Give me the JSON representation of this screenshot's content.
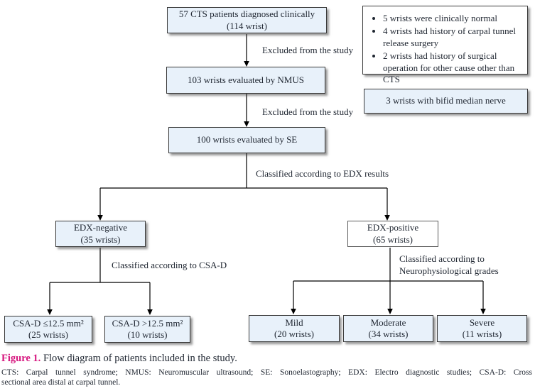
{
  "figure": {
    "boxes": {
      "patients": {
        "line1": "57 CTS patients diagnosed clinically",
        "line2": "(114 wrist)"
      },
      "nmus": {
        "line1": "103 wrists evaluated by NMUS"
      },
      "se": {
        "line1": "100 wrists evaluated by SE"
      },
      "edx_negative": {
        "line1": "EDX-negative",
        "line2": "(35 wrists)"
      },
      "edx_positive": {
        "line1": "EDX-positive",
        "line2": "(65 wrists)"
      },
      "csad_low": {
        "line1": "CSA-D ≤12.5 mm²",
        "line2": "(25 wrists)"
      },
      "csad_high": {
        "line1": "CSA-D >12.5 mm²",
        "line2": "(10 wrists)"
      },
      "mild": {
        "line1": "Mild",
        "line2": "(20 wrists)"
      },
      "moderate": {
        "line1": "Moderate",
        "line2": "(34 wrists)"
      },
      "severe": {
        "line1": "Severe",
        "line2": "(11 wrists)"
      }
    },
    "edge_labels": {
      "excluded1": "Excluded from the study",
      "excluded2": "Excluded from the study",
      "edx_results": "Classified according to EDX results",
      "csad": "Classified according to CSA-D",
      "neuro_line1": "Classified according to",
      "neuro_line2": "Neurophysiological grades"
    },
    "notes": {
      "exclusions": [
        "5 wrists were clinically normal",
        "4 wrists had history of carpal tunnel release surgery",
        "2 wrists had history of surgical operation for other cause other than CTS"
      ],
      "bifid": "3 wrists with bifid median nerve"
    },
    "caption": {
      "label": "Figure 1.",
      "text": " Flow diagram of patients included in the study.",
      "footnote_line1": "CTS: Carpal tunnel syndrome; NMUS: Neuromuscular ultrasound; SE: Sonoelastography; EDX: Electro diagnostic studies; CSA-D: Cross",
      "footnote_line2": "sectional area distal at carpal tunnel."
    },
    "colors": {
      "box_fill": "#e8f1fa",
      "box_border": "#3a3a3a",
      "line": "#000000",
      "figure_label": "#d6157e",
      "text": "#1e2530"
    }
  }
}
